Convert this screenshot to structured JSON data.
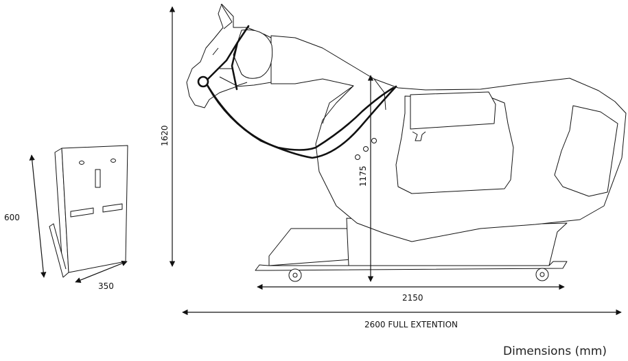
{
  "dimensions": {
    "cabinet_height": "600",
    "cabinet_depth": "350",
    "horse_total_height": "1620",
    "seat_height": "1175",
    "base_length": "2150",
    "full_extension": "2600 FULL EXTENTION"
  },
  "caption": "Dimensions (mm)"
}
